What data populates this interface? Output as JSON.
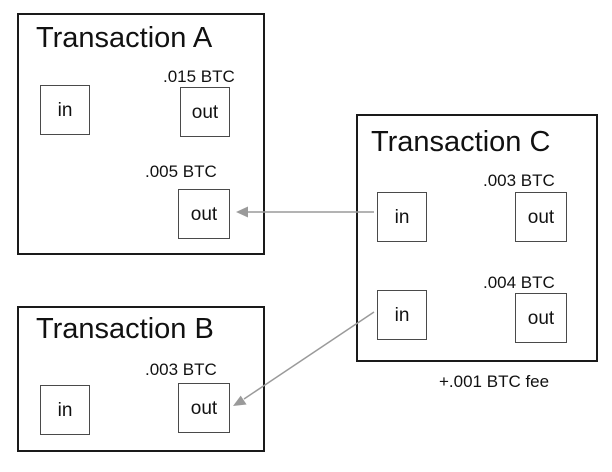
{
  "transactions": {
    "a": {
      "title": "Transaction A",
      "input_label": "in",
      "outputs": [
        {
          "amount": ".015 BTC",
          "label": "out"
        },
        {
          "amount": ".005 BTC",
          "label": "out"
        }
      ]
    },
    "b": {
      "title": "Transaction B",
      "input_label": "in",
      "outputs": [
        {
          "amount": ".003 BTC",
          "label": "out"
        }
      ]
    },
    "c": {
      "title": "Transaction C",
      "inputs": [
        {
          "label": "in"
        },
        {
          "label": "in"
        }
      ],
      "outputs": [
        {
          "amount": ".003 BTC",
          "label": "out"
        },
        {
          "amount": ".004 BTC",
          "label": "out"
        }
      ],
      "fee": "+.001 BTC fee"
    }
  },
  "connections": [
    {
      "from": "c.inputs.0",
      "to": "a.outputs.1"
    },
    {
      "from": "c.inputs.1",
      "to": "b.outputs.0"
    }
  ],
  "colors": {
    "border": "#1a1a1a",
    "port_border": "#4a4a4a",
    "arrow": "#9a9a9a"
  }
}
